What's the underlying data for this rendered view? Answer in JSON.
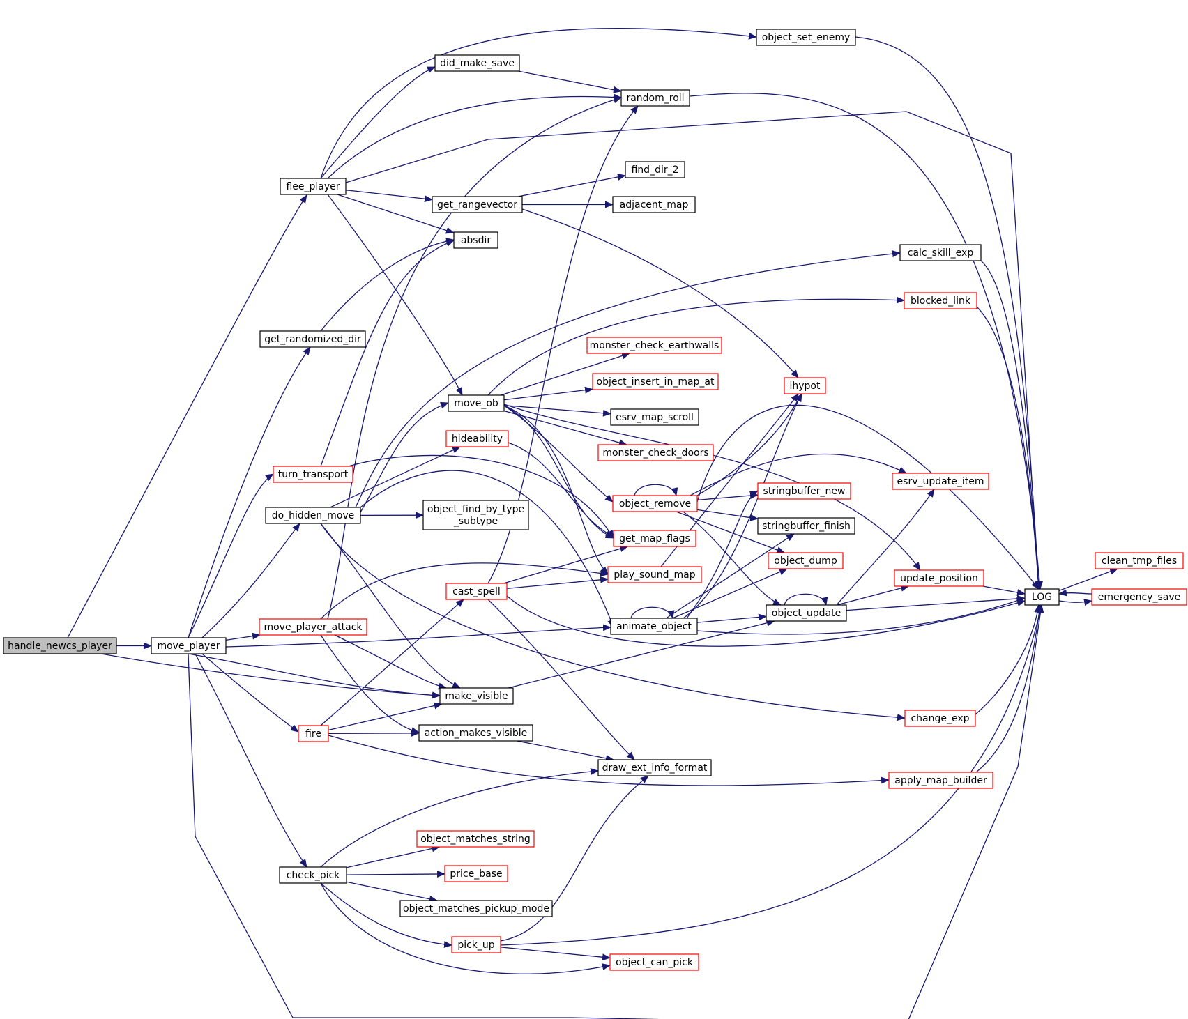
{
  "colors": {
    "edge": "#191970",
    "border_normal": "#000000",
    "border_truncated": "#ff0000",
    "root_fill": "#bfbfbf",
    "node_fill": "#ffffff",
    "text": "#000000"
  },
  "nodes": {
    "handle_newcs_player": {
      "lines": [
        "handle_newcs_player"
      ],
      "style": "root"
    },
    "move_player": {
      "lines": [
        "move_player"
      ],
      "style": "normal"
    },
    "flee_player": {
      "lines": [
        "flee_player"
      ],
      "style": "normal"
    },
    "get_randomized_dir": {
      "lines": [
        "get_randomized_dir"
      ],
      "style": "normal"
    },
    "turn_transport": {
      "lines": [
        "turn_transport"
      ],
      "style": "truncated"
    },
    "do_hidden_move": {
      "lines": [
        "do_hidden_move"
      ],
      "style": "normal"
    },
    "move_player_attack": {
      "lines": [
        "move_player_attack"
      ],
      "style": "truncated"
    },
    "fire": {
      "lines": [
        "fire"
      ],
      "style": "truncated"
    },
    "check_pick": {
      "lines": [
        "check_pick"
      ],
      "style": "normal"
    },
    "object_set_enemy": {
      "lines": [
        "object_set_enemy"
      ],
      "style": "normal"
    },
    "did_make_save": {
      "lines": [
        "did_make_save"
      ],
      "style": "normal"
    },
    "random_roll": {
      "lines": [
        "random_roll"
      ],
      "style": "normal"
    },
    "find_dir_2": {
      "lines": [
        "find_dir_2"
      ],
      "style": "normal"
    },
    "get_rangevector": {
      "lines": [
        "get_rangevector"
      ],
      "style": "normal"
    },
    "adjacent_map": {
      "lines": [
        "adjacent_map"
      ],
      "style": "normal"
    },
    "absdir": {
      "lines": [
        "absdir"
      ],
      "style": "normal"
    },
    "calc_skill_exp": {
      "lines": [
        "calc_skill_exp"
      ],
      "style": "normal"
    },
    "blocked_link": {
      "lines": [
        "blocked_link"
      ],
      "style": "truncated"
    },
    "monster_check_earthwalls": {
      "lines": [
        "monster_check_earthwalls"
      ],
      "style": "truncated"
    },
    "object_insert_in_map_at": {
      "lines": [
        "object_insert_in_map_at"
      ],
      "style": "truncated"
    },
    "ihypot": {
      "lines": [
        "ihypot"
      ],
      "style": "truncated"
    },
    "move_ob": {
      "lines": [
        "move_ob"
      ],
      "style": "normal"
    },
    "esrv_map_scroll": {
      "lines": [
        "esrv_map_scroll"
      ],
      "style": "normal"
    },
    "hideability": {
      "lines": [
        "hideability"
      ],
      "style": "truncated"
    },
    "monster_check_doors": {
      "lines": [
        "monster_check_doors"
      ],
      "style": "truncated"
    },
    "object_remove": {
      "lines": [
        "object_remove"
      ],
      "style": "truncated"
    },
    "esrv_update_item": {
      "lines": [
        "esrv_update_item"
      ],
      "style": "truncated"
    },
    "stringbuffer_new": {
      "lines": [
        "stringbuffer_new"
      ],
      "style": "truncated"
    },
    "object_find_by_type_subtype": {
      "lines": [
        "object_find_by_type",
        "_subtype"
      ],
      "style": "normal"
    },
    "stringbuffer_finish": {
      "lines": [
        "stringbuffer_finish"
      ],
      "style": "normal"
    },
    "get_map_flags": {
      "lines": [
        "get_map_flags"
      ],
      "style": "truncated"
    },
    "object_dump": {
      "lines": [
        "object_dump"
      ],
      "style": "truncated"
    },
    "play_sound_map": {
      "lines": [
        "play_sound_map"
      ],
      "style": "truncated"
    },
    "update_position": {
      "lines": [
        "update_position"
      ],
      "style": "truncated"
    },
    "cast_spell": {
      "lines": [
        "cast_spell"
      ],
      "style": "truncated"
    },
    "LOG": {
      "lines": [
        "LOG"
      ],
      "style": "normal"
    },
    "clean_tmp_files": {
      "lines": [
        "clean_tmp_files"
      ],
      "style": "truncated"
    },
    "emergency_save": {
      "lines": [
        "emergency_save"
      ],
      "style": "truncated"
    },
    "object_update": {
      "lines": [
        "object_update"
      ],
      "style": "normal"
    },
    "animate_object": {
      "lines": [
        "animate_object"
      ],
      "style": "normal"
    },
    "make_visible": {
      "lines": [
        "make_visible"
      ],
      "style": "normal"
    },
    "change_exp": {
      "lines": [
        "change_exp"
      ],
      "style": "truncated"
    },
    "action_makes_visible": {
      "lines": [
        "action_makes_visible"
      ],
      "style": "normal"
    },
    "draw_ext_info_format": {
      "lines": [
        "draw_ext_info_format"
      ],
      "style": "normal"
    },
    "apply_map_builder": {
      "lines": [
        "apply_map_builder"
      ],
      "style": "truncated"
    },
    "object_matches_string": {
      "lines": [
        "object_matches_string"
      ],
      "style": "truncated"
    },
    "price_base": {
      "lines": [
        "price_base"
      ],
      "style": "truncated"
    },
    "object_matches_pickup_mode": {
      "lines": [
        "object_matches_pickup_mode"
      ],
      "style": "normal"
    },
    "pick_up": {
      "lines": [
        "pick_up"
      ],
      "style": "truncated"
    },
    "object_can_pick": {
      "lines": [
        "object_can_pick"
      ],
      "style": "truncated"
    }
  },
  "edges": [
    [
      "handle_newcs_player",
      "move_player"
    ],
    [
      "handle_newcs_player",
      "flee_player"
    ],
    [
      "handle_newcs_player",
      "make_visible"
    ],
    [
      "flee_player",
      "object_set_enemy"
    ],
    [
      "flee_player",
      "did_make_save"
    ],
    [
      "flee_player",
      "random_roll"
    ],
    [
      "flee_player",
      "LOG"
    ],
    [
      "flee_player",
      "get_rangevector"
    ],
    [
      "flee_player",
      "absdir"
    ],
    [
      "flee_player",
      "move_ob"
    ],
    [
      "did_make_save",
      "random_roll"
    ],
    [
      "object_set_enemy",
      "LOG"
    ],
    [
      "random_roll",
      "LOG"
    ],
    [
      "get_rangevector",
      "find_dir_2"
    ],
    [
      "get_rangevector",
      "adjacent_map"
    ],
    [
      "get_rangevector",
      "ihypot"
    ],
    [
      "get_randomized_dir",
      "absdir"
    ],
    [
      "turn_transport",
      "absdir"
    ],
    [
      "turn_transport",
      "get_map_flags"
    ],
    [
      "calc_skill_exp",
      "LOG"
    ],
    [
      "blocked_link",
      "LOG"
    ],
    [
      "move_ob",
      "blocked_link"
    ],
    [
      "move_ob",
      "monster_check_earthwalls"
    ],
    [
      "move_ob",
      "object_insert_in_map_at"
    ],
    [
      "move_ob",
      "esrv_map_scroll"
    ],
    [
      "move_ob",
      "monster_check_doors"
    ],
    [
      "move_ob",
      "object_remove"
    ],
    [
      "move_ob",
      "get_map_flags"
    ],
    [
      "move_ob",
      "play_sound_map"
    ],
    [
      "move_ob",
      "update_position"
    ],
    [
      "hideability",
      "get_map_flags"
    ],
    [
      "do_hidden_move",
      "move_ob"
    ],
    [
      "do_hidden_move",
      "hideability"
    ],
    [
      "do_hidden_move",
      "object_find_by_type_subtype"
    ],
    [
      "do_hidden_move",
      "calc_skill_exp"
    ],
    [
      "do_hidden_move",
      "change_exp"
    ],
    [
      "do_hidden_move",
      "make_visible"
    ],
    [
      "do_hidden_move",
      "animate_object"
    ],
    [
      "object_remove",
      "object_remove"
    ],
    [
      "object_remove",
      "esrv_update_item"
    ],
    [
      "object_remove",
      "stringbuffer_new"
    ],
    [
      "object_remove",
      "stringbuffer_finish"
    ],
    [
      "object_remove",
      "object_dump"
    ],
    [
      "object_remove",
      "object_update"
    ],
    [
      "object_remove",
      "LOG"
    ],
    [
      "object_remove",
      "ihypot"
    ],
    [
      "animate_object",
      "animate_object"
    ],
    [
      "animate_object",
      "object_update"
    ],
    [
      "animate_object",
      "LOG"
    ],
    [
      "animate_object",
      "ihypot"
    ],
    [
      "animate_object",
      "stringbuffer_new"
    ],
    [
      "animate_object",
      "stringbuffer_finish"
    ],
    [
      "animate_object",
      "object_dump"
    ],
    [
      "object_update",
      "object_update"
    ],
    [
      "object_update",
      "esrv_update_item"
    ],
    [
      "object_update",
      "update_position"
    ],
    [
      "object_update",
      "LOG"
    ],
    [
      "update_position",
      "LOG"
    ],
    [
      "play_sound_map",
      "ihypot"
    ],
    [
      "cast_spell",
      "random_roll"
    ],
    [
      "cast_spell",
      "get_map_flags"
    ],
    [
      "cast_spell",
      "play_sound_map"
    ],
    [
      "cast_spell",
      "LOG"
    ],
    [
      "cast_spell",
      "draw_ext_info_format"
    ],
    [
      "LOG",
      "clean_tmp_files"
    ],
    [
      "LOG",
      "emergency_save"
    ],
    [
      "emergency_save",
      "LOG"
    ],
    [
      "move_player",
      "get_randomized_dir"
    ],
    [
      "move_player",
      "turn_transport"
    ],
    [
      "move_player",
      "do_hidden_move"
    ],
    [
      "move_player",
      "move_player_attack"
    ],
    [
      "move_player",
      "animate_object"
    ],
    [
      "move_player",
      "make_visible"
    ],
    [
      "move_player",
      "fire"
    ],
    [
      "move_player",
      "check_pick"
    ],
    [
      "move_player",
      "LOG"
    ],
    [
      "move_player_attack",
      "random_roll"
    ],
    [
      "move_player_attack",
      "play_sound_map"
    ],
    [
      "move_player_attack",
      "make_visible"
    ],
    [
      "move_player_attack",
      "action_makes_visible"
    ],
    [
      "make_visible",
      "object_update"
    ],
    [
      "fire",
      "cast_spell"
    ],
    [
      "fire",
      "make_visible"
    ],
    [
      "fire",
      "action_makes_visible"
    ],
    [
      "fire",
      "apply_map_builder"
    ],
    [
      "action_makes_visible",
      "draw_ext_info_format"
    ],
    [
      "change_exp",
      "LOG"
    ],
    [
      "apply_map_builder",
      "LOG"
    ],
    [
      "check_pick",
      "draw_ext_info_format"
    ],
    [
      "check_pick",
      "object_matches_string"
    ],
    [
      "check_pick",
      "price_base"
    ],
    [
      "check_pick",
      "object_matches_pickup_mode"
    ],
    [
      "check_pick",
      "pick_up"
    ],
    [
      "check_pick",
      "object_can_pick"
    ],
    [
      "pick_up",
      "draw_ext_info_format"
    ],
    [
      "pick_up",
      "object_can_pick"
    ],
    [
      "pick_up",
      "LOG"
    ]
  ]
}
